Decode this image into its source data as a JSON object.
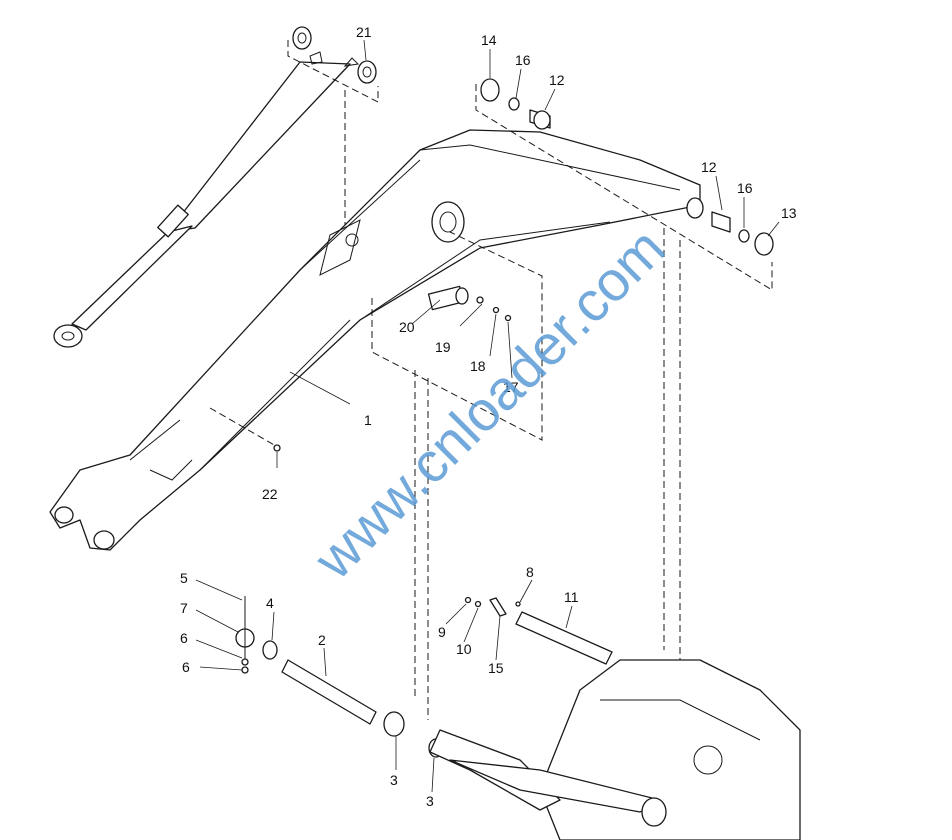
{
  "watermark": {
    "text": "www.cnloader.com",
    "color": "#5b9bd5"
  },
  "callouts": {
    "c21": "21",
    "c14": "14",
    "c16a": "16",
    "c12a": "12",
    "c12b": "12",
    "c16b": "16",
    "c13": "13",
    "c20": "20",
    "c19": "19",
    "c18": "18",
    "c17": "17",
    "c1": "1",
    "c22": "22",
    "c5": "5",
    "c7": "7",
    "c6a": "6",
    "c6b": "6",
    "c4": "4",
    "c2": "2",
    "c3a": "3",
    "c3b": "3",
    "c8": "8",
    "c11": "11",
    "c9": "9",
    "c10": "10",
    "c15": "15"
  }
}
